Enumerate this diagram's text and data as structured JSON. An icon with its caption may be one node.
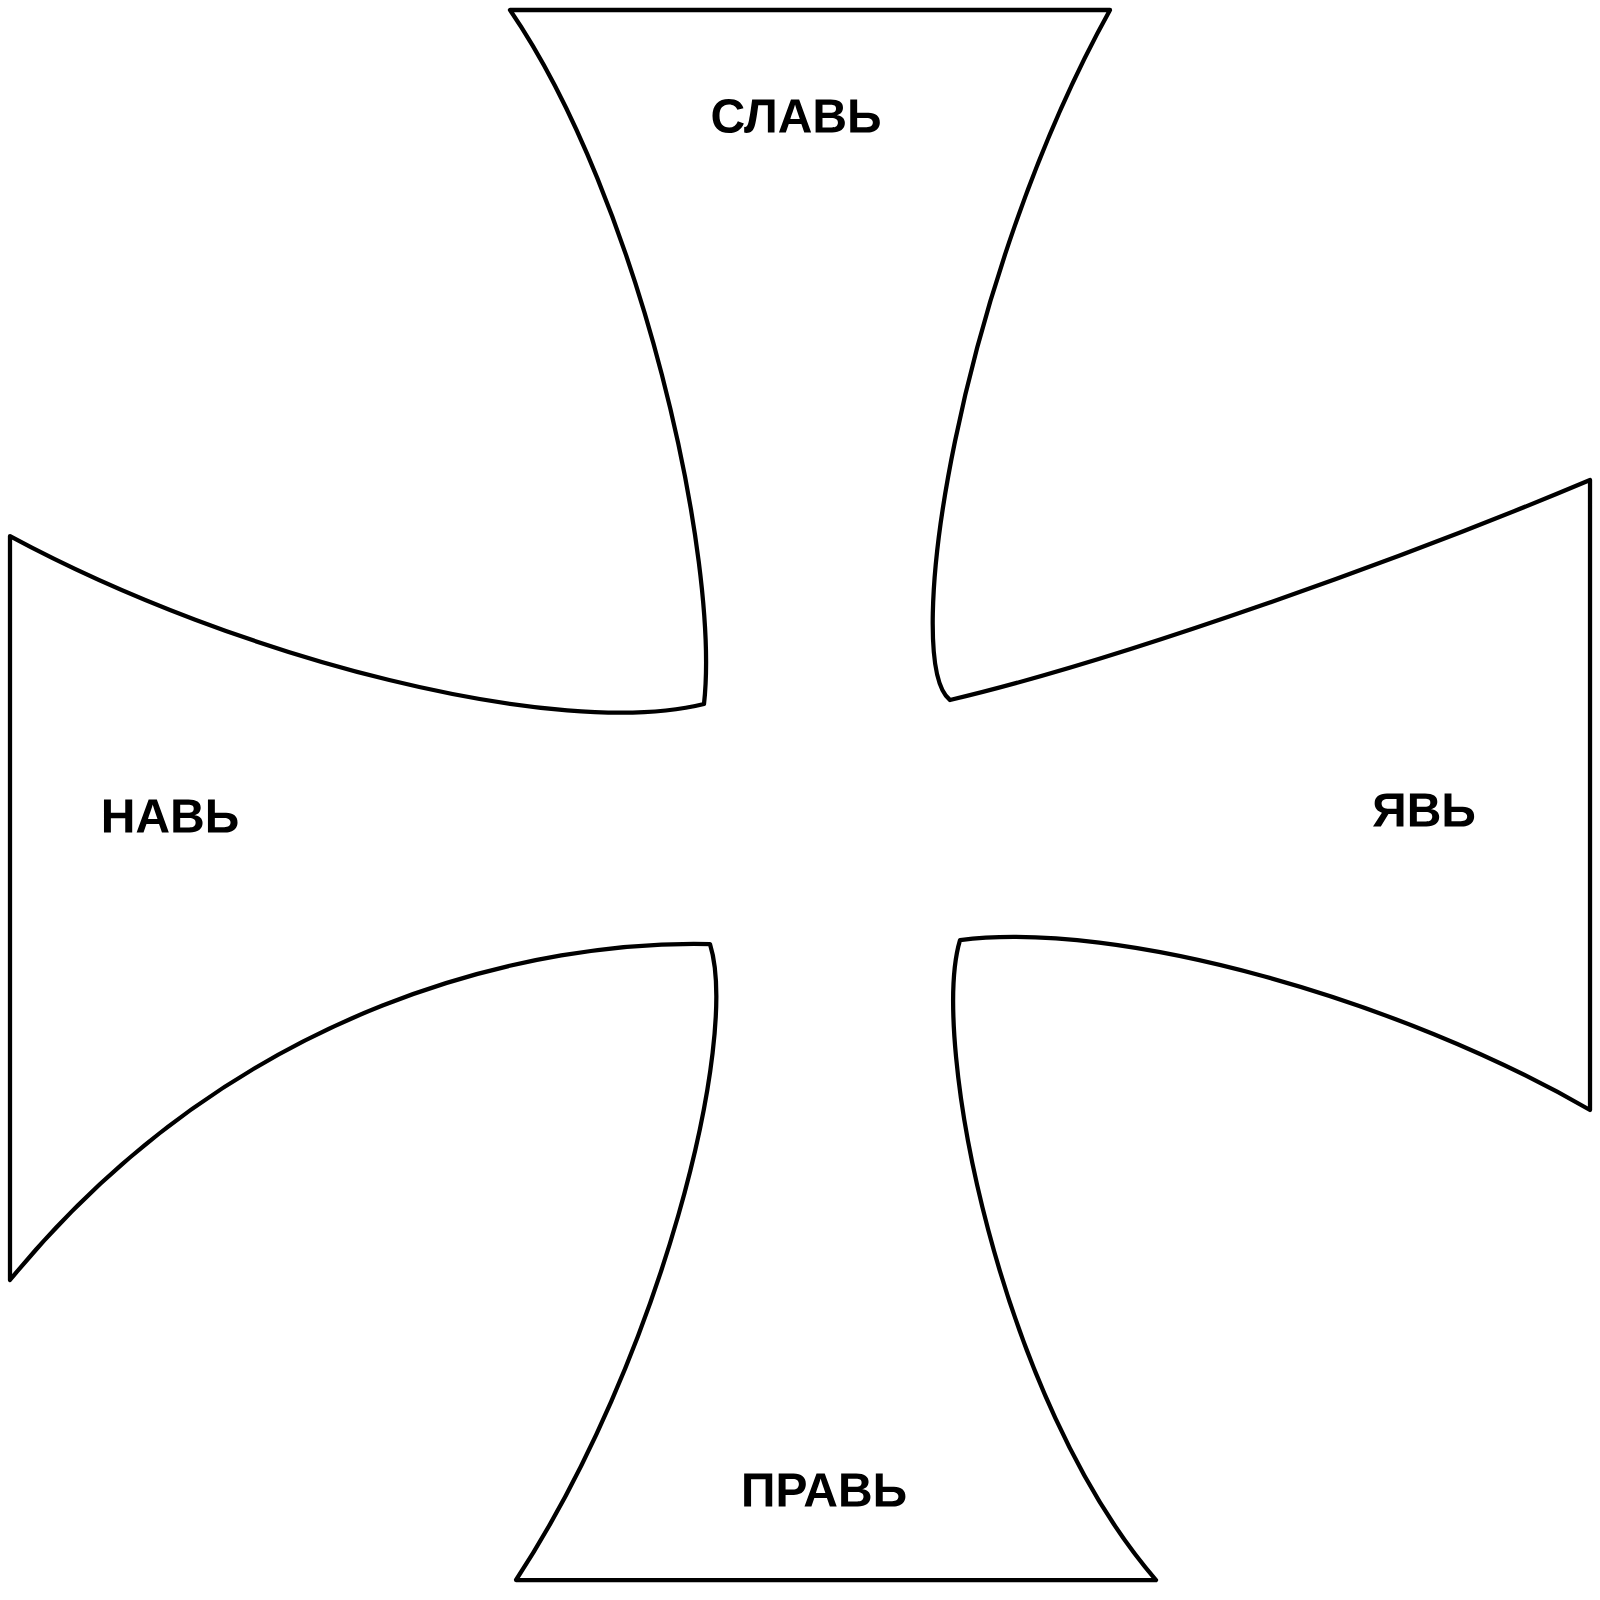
{
  "diagram": {
    "nodes": [
      {
        "text": [
          "СЛАВЬ",
          "НАВЬ",
          "ЯВЬ",
          "ПРАВЬ"
        ]
      }
    ]
  }
}
